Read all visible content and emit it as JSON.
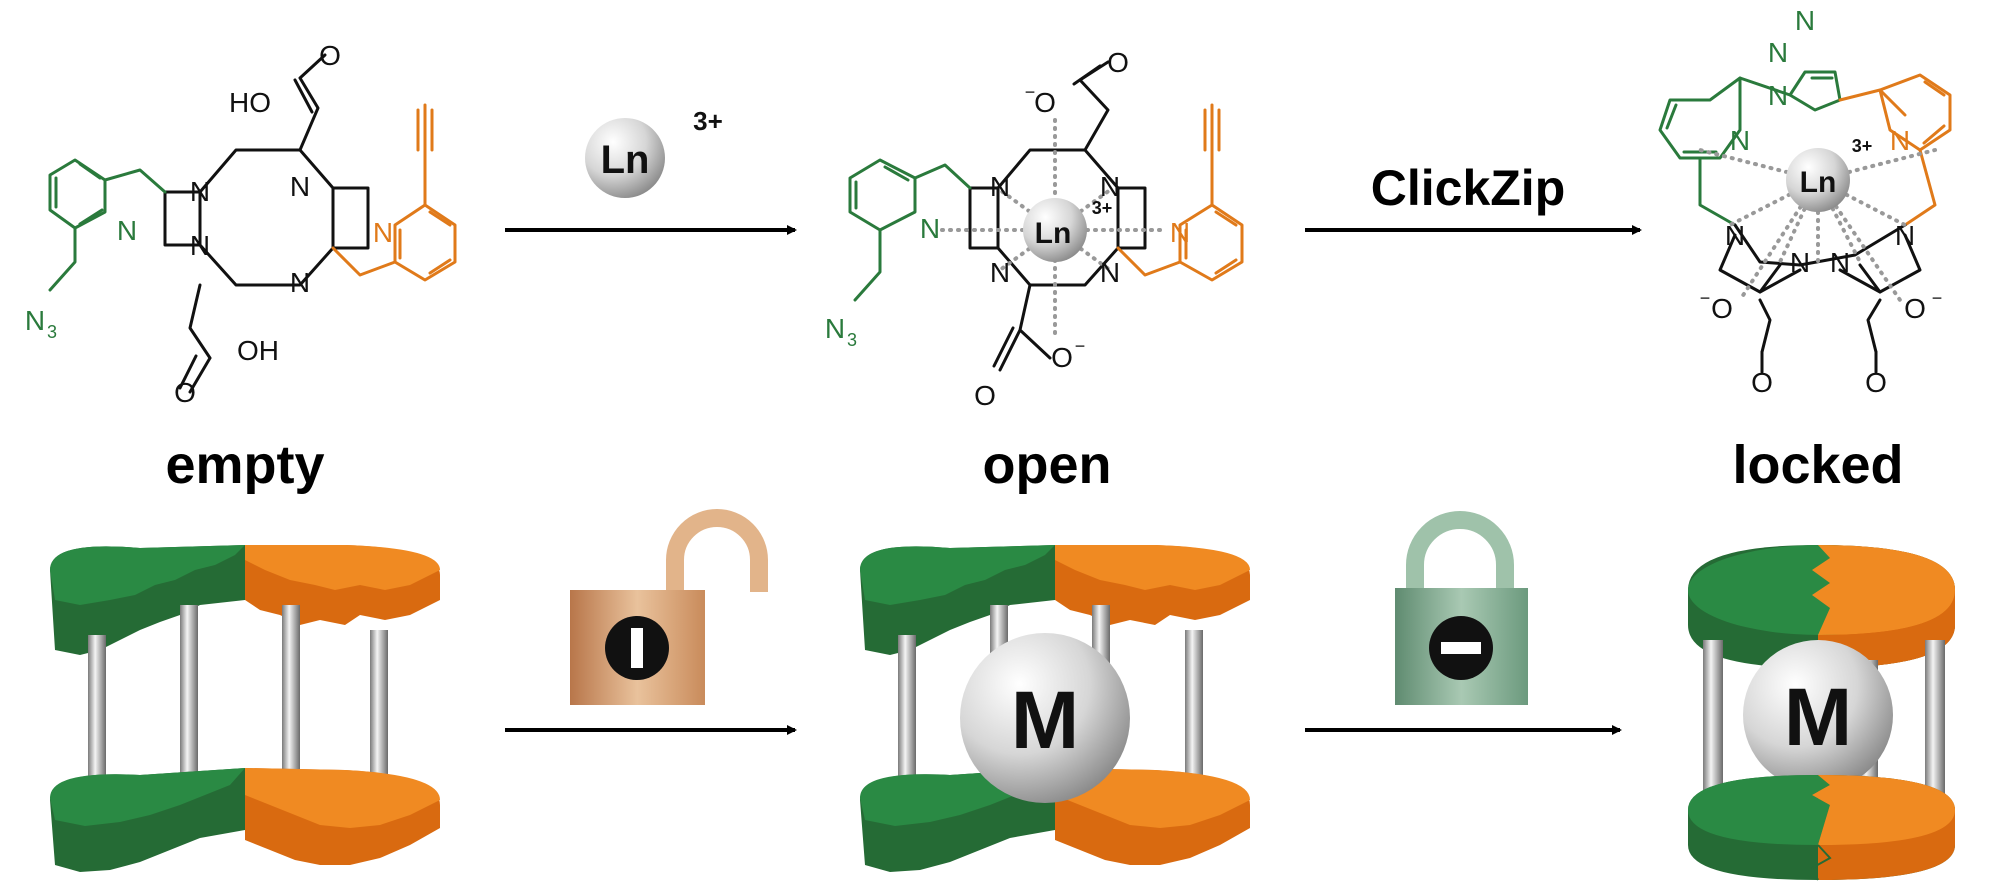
{
  "labels": {
    "empty": "empty",
    "open": "open",
    "locked": "locked",
    "step1_ion": "Ln",
    "step1_charge": "3+",
    "step2": "ClickZip"
  },
  "atoms": {
    "N": "N",
    "azide": "N",
    "azide_sub": "3",
    "HO": "HO",
    "OH": "OH",
    "O": "O",
    "O_minus": "O",
    "minus": "−",
    "Ln": "Ln",
    "charge": "3+"
  },
  "cages": {
    "metal_label": "M"
  },
  "colors": {
    "green": "#2a7a3c",
    "orange": "#e07a1a",
    "pillar": "#a9a9a9",
    "sphere": "#d8d8d8",
    "unlock": "#d19a6e",
    "lock": "#7fa68c"
  },
  "icons": [
    "open-padlock-icon",
    "closed-padlock-icon",
    "metal-ion-sphere-icon",
    "reaction-arrow-icon"
  ]
}
